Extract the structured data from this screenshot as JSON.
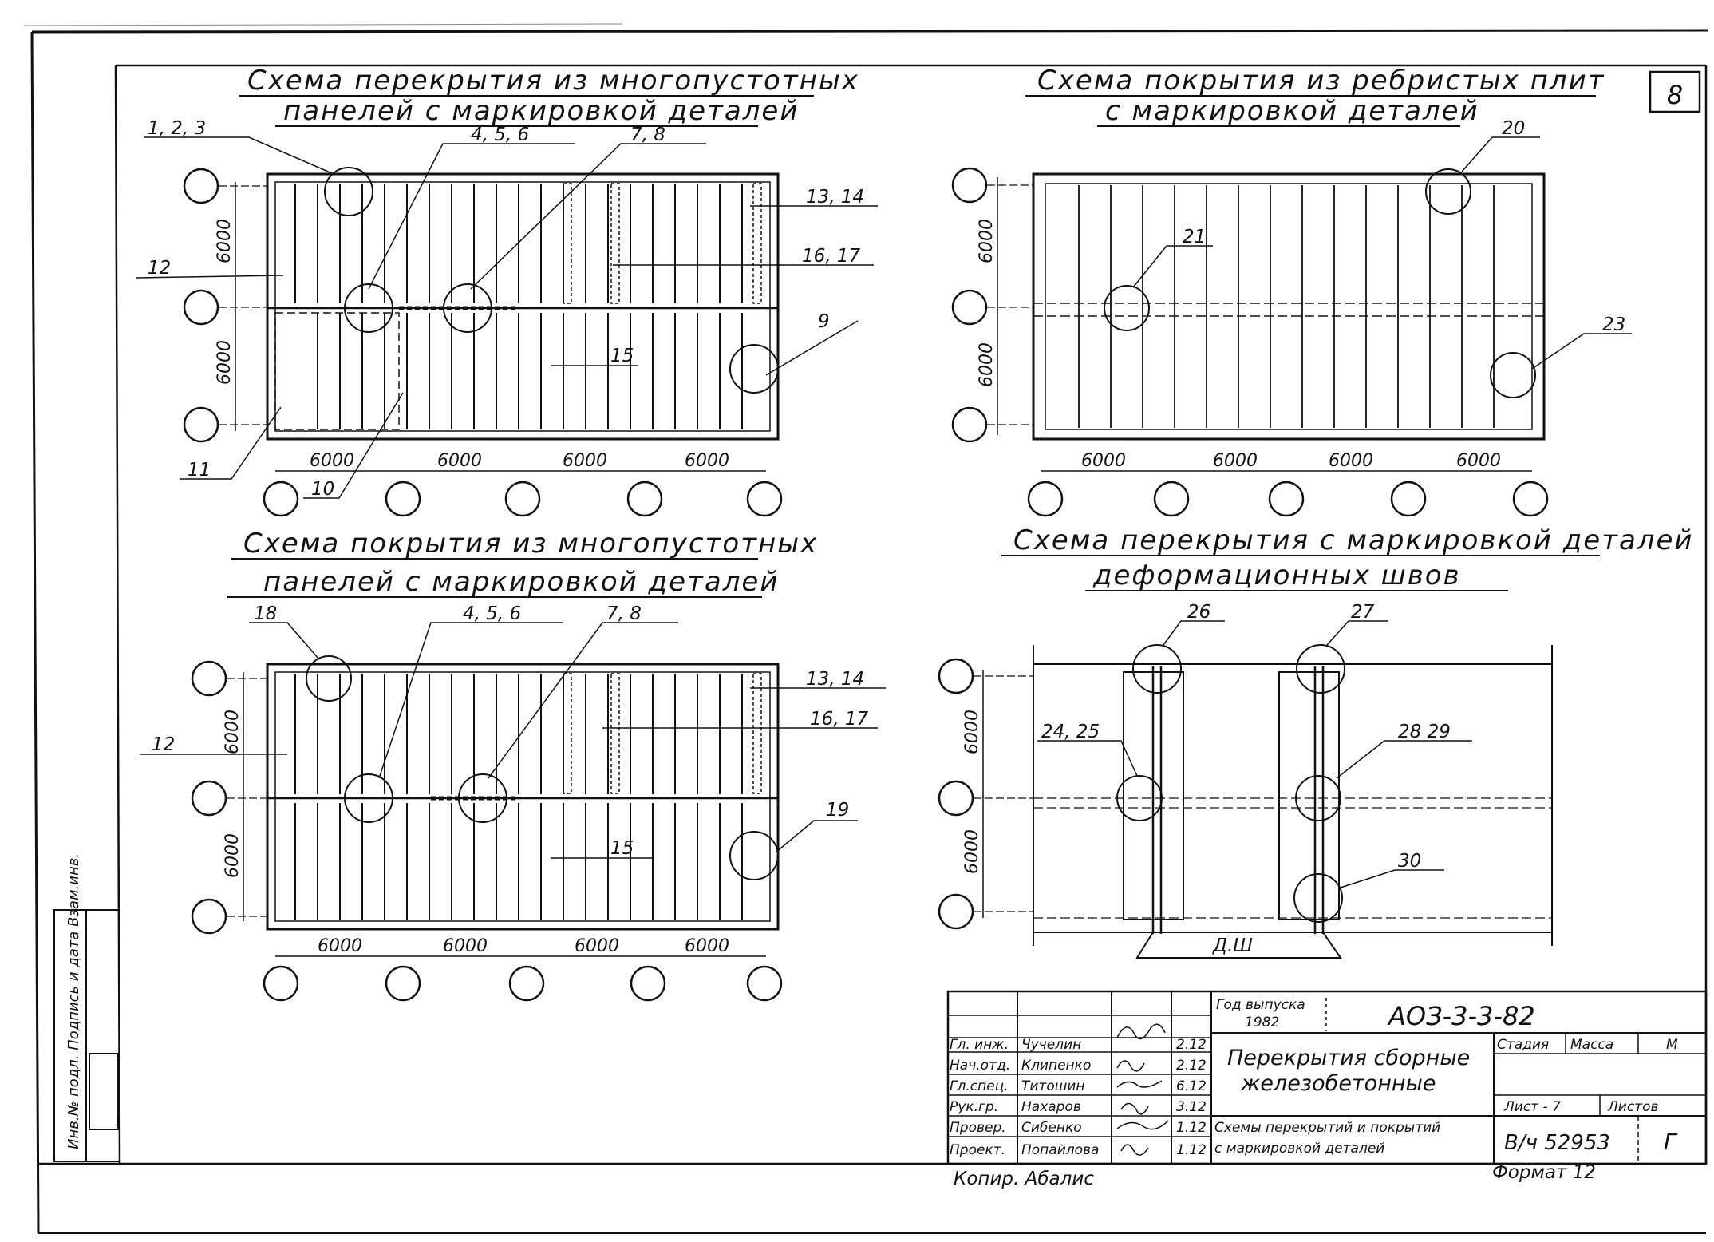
{
  "sheet_number": "8",
  "schemes": {
    "top_left": {
      "title_line1": "Схема перекрытия из многопустотных",
      "title_line2": "панелей с маркировкой деталей",
      "dim_vertical": [
        "6000",
        "6000"
      ],
      "dim_horizontal": [
        "6000",
        "6000",
        "6000",
        "6000"
      ],
      "callouts": [
        "1, 2, 3",
        "4, 5, 6",
        "7, 8",
        "13, 14",
        "12",
        "16, 17",
        "9",
        "15",
        "11",
        "10"
      ]
    },
    "top_right": {
      "title_line1": "Схема покрытия из ребристых плит",
      "title_line2": "с маркировкой деталей",
      "dim_vertical": [
        "6000",
        "6000"
      ],
      "dim_horizontal": [
        "6000",
        "6000",
        "6000",
        "6000"
      ],
      "callouts": [
        "20",
        "21",
        "23"
      ]
    },
    "bottom_left": {
      "title_line1": "Схема покрытия из многопустотных",
      "title_line2": "панелей с маркировкой деталей",
      "dim_vertical": [
        "6000",
        "6000"
      ],
      "dim_horizontal": [
        "6000",
        "6000",
        "6000",
        "6000"
      ],
      "callouts": [
        "18",
        "4, 5, 6",
        "7, 8",
        "13, 14",
        "12",
        "16, 17",
        "15",
        "19"
      ]
    },
    "bottom_right": {
      "title_line1": "Схема перекрытия с маркировкой деталей",
      "title_line2": "деформационных швов",
      "dim_vertical": [
        "6000",
        "6000"
      ],
      "callouts": [
        "26",
        "27",
        "24, 25",
        "28 29",
        "30"
      ],
      "joint_label": "Д.Ш"
    }
  },
  "title_block": {
    "year_label": "Год выпуска",
    "year": "1982",
    "code": "АОЗ-3-3-82",
    "title_line1": "Перекрытия сборные",
    "title_line2": "железобетонные",
    "sheet_title_line1": "Схемы перекрытий и покрытий",
    "sheet_title_line2": "с маркировкой деталей",
    "col_stage": "Стадия",
    "col_mass": "Масса",
    "col_scale": "М",
    "sheet_label": "Лист - 7",
    "sheets_label": "Листов",
    "inventory": "В/ч 52953",
    "letter": "Г",
    "roles": [
      {
        "role": "Гл. инж.",
        "name": "Чучелин",
        "date": "2.12"
      },
      {
        "role": "Нач.отд.",
        "name": "Клипенко",
        "date": "2.12"
      },
      {
        "role": "Гл.спец.",
        "name": "Титошин",
        "date": "6.12"
      },
      {
        "role": "Рук.гр.",
        "name": "Нахаров",
        "date": "3.12"
      },
      {
        "role": "Провер.",
        "name": "Сибенко",
        "date": "1.12"
      },
      {
        "role": "Проект.",
        "name": "Попайлова",
        "date": "1.12"
      }
    ]
  },
  "copied_by": "Копир. Абалис",
  "format": "Формат 12",
  "side_stamp": "Инв.№ подл. Подпись и дата Взам.инв."
}
